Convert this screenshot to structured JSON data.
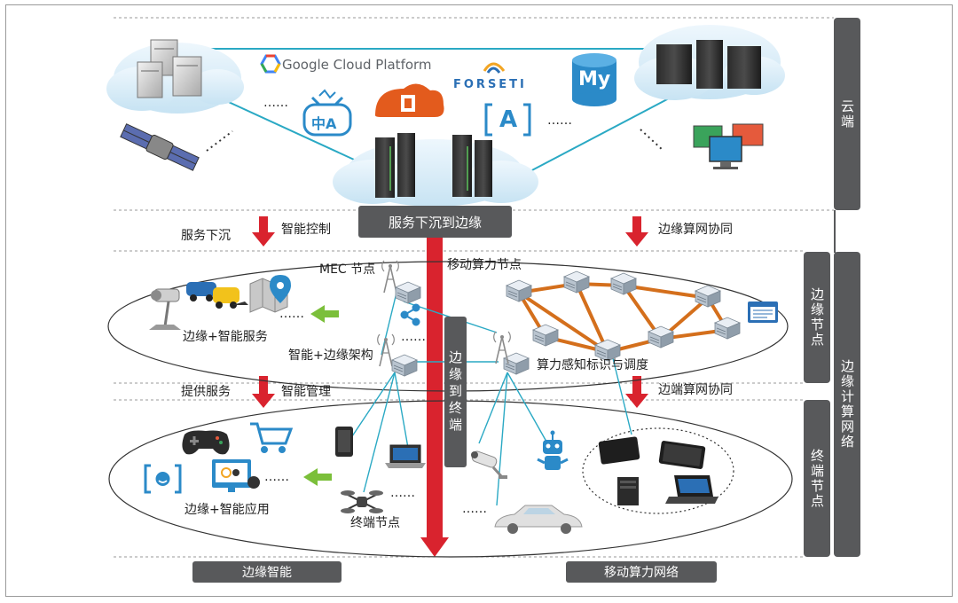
{
  "layers": {
    "cloud": "云端",
    "edge_node": "边缘节点",
    "terminal_node": "终端节点",
    "edge_computing_network": "边缘计算网络"
  },
  "banners": {
    "service_sink": "服务下沉到边缘",
    "edge_to_terminal": "边缘到终端",
    "edge_intelligence": "边缘智能",
    "mobile_computing_network": "移动算力网络"
  },
  "arrows": {
    "service_down": "服务下沉",
    "smart_control": "智能控制",
    "edge_compute_net_coop": "边缘算网协同",
    "provide_service": "提供服务",
    "smart_management": "智能管理",
    "edge_end_compute_net_coop": "边端算网协同"
  },
  "edge": {
    "mec_node": "MEC 节点",
    "mobile_compute_node": "移动算力节点",
    "edge_smart_service": "边缘+智能服务",
    "smart_edge_arch": "智能+边缘架构",
    "compute_sense": "算力感知标识与调度"
  },
  "terminal": {
    "edge_smart_app": "边缘+智能应用",
    "terminal_node": "终端节点"
  },
  "cloud_brands": {
    "google": "Google Cloud Platform",
    "forseti": "FORSETI",
    "mysql": "My",
    "text_ai": "中A",
    "a_bracket": "A"
  },
  "ellipsis": "……",
  "colors": {
    "arrow_red": "#d9232e",
    "dark_box": "#58595b",
    "mesh_orange": "#d46f1c",
    "cyan_line": "#2aa9c4",
    "cloud_blue": "#d9edf8",
    "arrow_green": "#7bbf3a"
  },
  "icons": [
    "server-cloud-icon",
    "satellite-icon",
    "datacenter-icon",
    "office-icon",
    "monitors-icon",
    "antenna-icon",
    "server-node-icon",
    "camera-icon",
    "car-icon",
    "map-icon",
    "gamepad-icon",
    "cart-icon",
    "phone-icon",
    "laptop-icon",
    "drone-icon",
    "robot-icon",
    "tablet-icon",
    "pc-tower-icon",
    "face-icon",
    "share-icon",
    "browser-icon",
    "green-arrow-icon"
  ]
}
